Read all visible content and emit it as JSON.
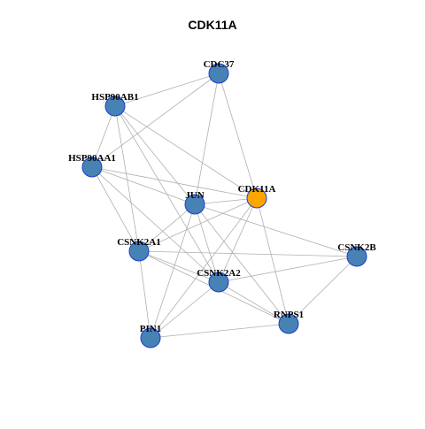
{
  "title": "CDK11A",
  "colors": {
    "node_fill": "#4682B4",
    "node_stroke": "#1F3BD1",
    "focus_fill": "#FFA500",
    "edge": "#B0B0B0"
  },
  "nodes": [
    {
      "id": "CDK11A",
      "focus": true
    },
    {
      "id": "CDC37"
    },
    {
      "id": "HSP90AB1"
    },
    {
      "id": "HSP90AA1"
    },
    {
      "id": "JUN"
    },
    {
      "id": "CSNK2A1"
    },
    {
      "id": "CSNK2A2"
    },
    {
      "id": "CSNK2B"
    },
    {
      "id": "RNPS1"
    },
    {
      "id": "PIN1"
    }
  ],
  "edges": [
    [
      "CDC37",
      "HSP90AB1"
    ],
    [
      "CDC37",
      "HSP90AA1"
    ],
    [
      "CDC37",
      "JUN"
    ],
    [
      "CDC37",
      "CDK11A"
    ],
    [
      "HSP90AB1",
      "HSP90AA1"
    ],
    [
      "HSP90AB1",
      "JUN"
    ],
    [
      "HSP90AB1",
      "CDK11A"
    ],
    [
      "HSP90AB1",
      "CSNK2A1"
    ],
    [
      "HSP90AB1",
      "CSNK2A2"
    ],
    [
      "HSP90AA1",
      "JUN"
    ],
    [
      "HSP90AA1",
      "CDK11A"
    ],
    [
      "HSP90AA1",
      "CSNK2A1"
    ],
    [
      "HSP90AA1",
      "CSNK2A2"
    ],
    [
      "JUN",
      "CDK11A"
    ],
    [
      "JUN",
      "CSNK2B"
    ],
    [
      "JUN",
      "CSNK2A1"
    ],
    [
      "JUN",
      "CSNK2A2"
    ],
    [
      "JUN",
      "RNPS1"
    ],
    [
      "JUN",
      "PIN1"
    ],
    [
      "CDK11A",
      "CSNK2A1"
    ],
    [
      "CDK11A",
      "CSNK2A2"
    ],
    [
      "CDK11A",
      "RNPS1"
    ],
    [
      "CDK11A",
      "PIN1"
    ],
    [
      "CSNK2A1",
      "CSNK2B"
    ],
    [
      "CSNK2A1",
      "CSNK2A2"
    ],
    [
      "CSNK2A1",
      "RNPS1"
    ],
    [
      "CSNK2A1",
      "PIN1"
    ],
    [
      "CSNK2A2",
      "CSNK2B"
    ],
    [
      "CSNK2A2",
      "RNPS1"
    ],
    [
      "CSNK2A2",
      "PIN1"
    ],
    [
      "CSNK2B",
      "RNPS1"
    ],
    [
      "RNPS1",
      "PIN1"
    ]
  ]
}
